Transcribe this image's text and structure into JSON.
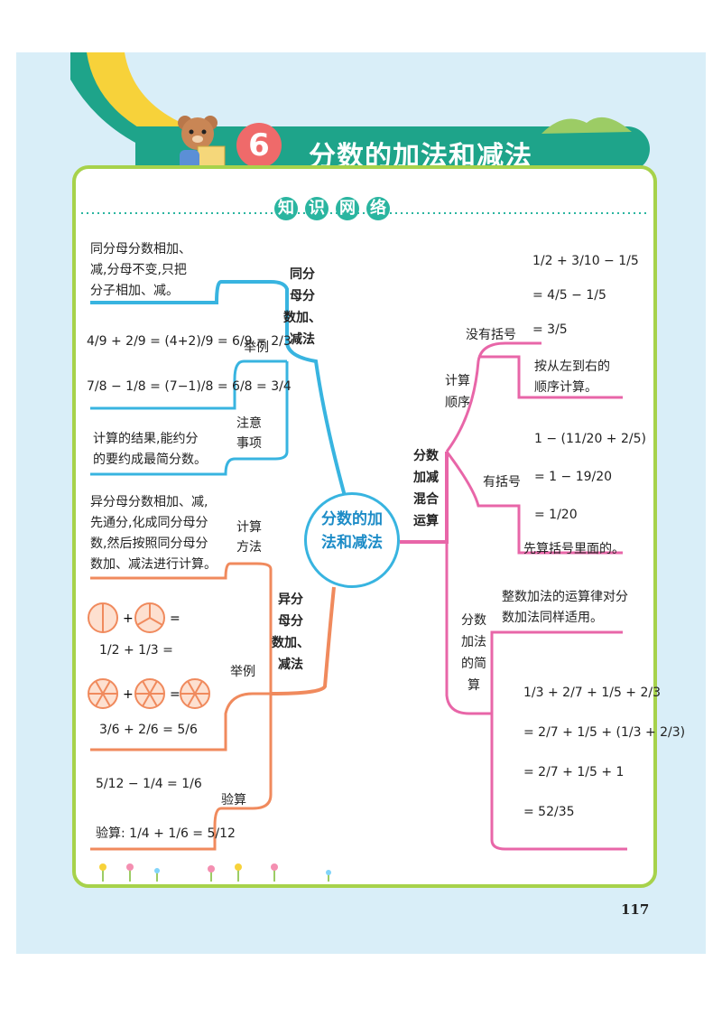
{
  "chapter_number": "6",
  "chapter_title": "分数的加法和减法",
  "section_title": [
    "知",
    "识",
    "网",
    "络"
  ],
  "center_node": [
    "分数的加",
    "法和减法"
  ],
  "branch_same_denominator": {
    "title": [
      "同分",
      "母分",
      "数加、",
      "减法"
    ],
    "rule": [
      "同分母分数相加、",
      "减,分母不变,只把",
      "分子相加、减。"
    ],
    "example_label": "举例",
    "example1": "4/9 + 2/9 = (4+2)/9 = 6/9 = 2/3",
    "example2": "7/8 − 1/8 = (7−1)/8 = 6/8 = 3/4",
    "note_label": [
      "注意",
      "事项"
    ],
    "note": [
      "计算的结果,能约分",
      "的要约成最简分数。"
    ]
  },
  "branch_diff_denominator": {
    "title": [
      "异分",
      "母分",
      "数加、",
      "减法"
    ],
    "method_label": [
      "计算",
      "方法"
    ],
    "method": [
      "异分母分数相加、减,",
      "先通分,化成同分母分",
      "数,然后按照同分母分",
      "数加、减法进行计算。"
    ],
    "example_label": "举例",
    "example_a": "1/2 + 1/3 =",
    "example_b": "3/6 + 2/6 = 5/6",
    "check_label": "验算",
    "check1": "5/12 − 1/4 = 1/6",
    "check2": "验算: 1/4 + 1/6 = 5/12"
  },
  "branch_mixed": {
    "title": [
      "分数",
      "加减",
      "混合",
      "运算"
    ],
    "order_label": [
      "计算",
      "顺序"
    ],
    "no_bracket_label": "没有括号",
    "no_bracket_steps": [
      "1/2 + 3/10 − 1/5",
      "= 4/5 − 1/5",
      "= 3/5"
    ],
    "no_bracket_note": [
      "按从左到右的",
      "顺序计算。"
    ],
    "bracket_label": "有括号",
    "bracket_steps": [
      "1 − (11/20 + 2/5)",
      "= 1 − 19/20",
      "= 1/20"
    ],
    "bracket_note": "先算括号里面的。",
    "simplify_label": [
      "分数",
      "加法",
      "的简",
      "算"
    ],
    "simplify_rule": [
      "整数加法的运算律对分",
      "数加法同样适用。"
    ],
    "simplify_steps": [
      "1/3 + 2/7 + 1/5 + 2/3",
      "= 2/7 + 1/5 + (1/3 + 2/3)",
      "= 2/7 + 1/5 + 1",
      "= 52/35"
    ]
  },
  "page_number": "117",
  "colors": {
    "band": "#1ea48a",
    "blue_branch": "#38b4e0",
    "orange_branch": "#f08a5d",
    "pink_branch": "#e866a8",
    "panel_border": "#a7d24b"
  }
}
